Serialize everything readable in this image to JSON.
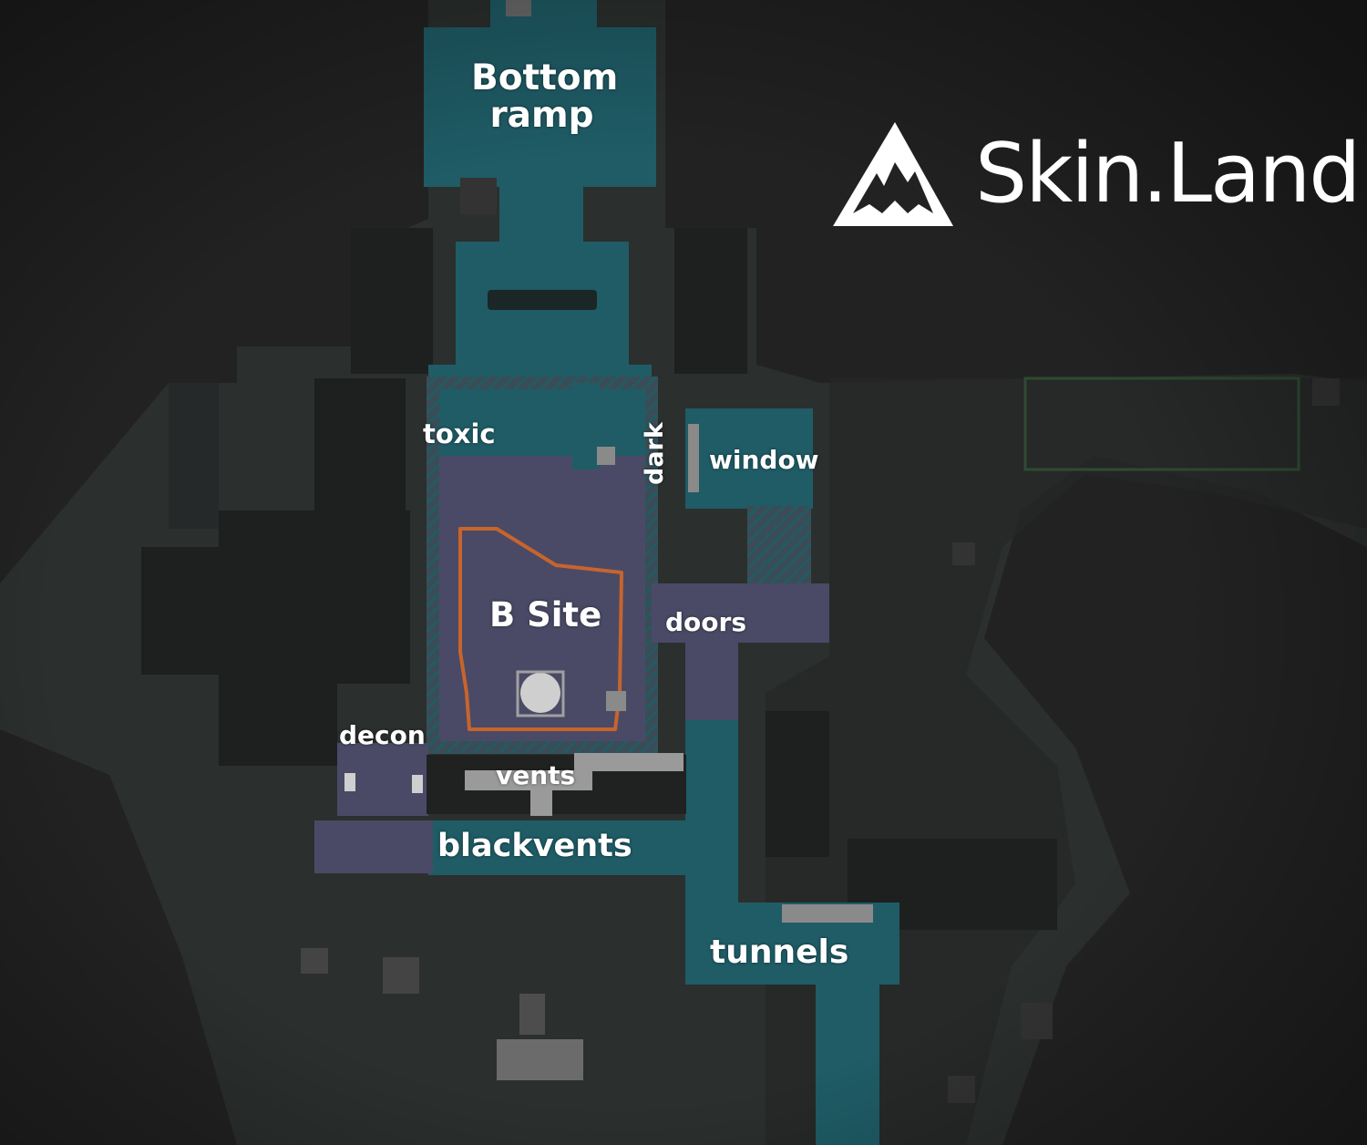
{
  "brand": {
    "name": "Skin.Land",
    "icon": "mountain-logo-icon"
  },
  "map": {
    "colors": {
      "background": "#222222",
      "terrain": "#2c3130",
      "walls": "#1f2020",
      "teal_floor": "#1f5c66",
      "purple_floor": "#4a4a66",
      "bombsite_outline": "#c8642c"
    },
    "callouts": {
      "bottom_ramp": "Bottom\nramp",
      "toxic": "toxic",
      "dark": "dark",
      "window": "window",
      "b_site": "B Site",
      "doors": "doors",
      "decon": "decon",
      "vents": "vents",
      "black_vents": "blackvents",
      "tunnels": "tunnels"
    }
  }
}
